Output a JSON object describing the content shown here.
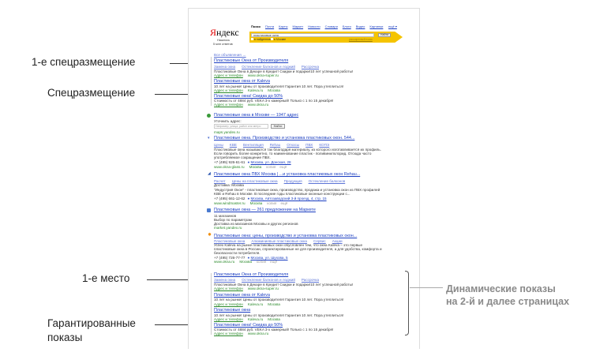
{
  "annotations": {
    "first_special": "1-е спецразмещение",
    "special": "Спецразмещение",
    "first_place": "1-е место",
    "guaranteed_1": "Гарантированные",
    "guaranteed_2": "показы",
    "dynamic_1": "Динамические показы",
    "dynamic_2": "на 2-й и далее страницах"
  },
  "header": {
    "logo": "Яндекс",
    "found_1": "Нашлось",
    "found_2": "5 млн ответов",
    "tabs": [
      "Поиск",
      "Почта",
      "Карты",
      "Маркет",
      "Новости",
      "Словари",
      "Блоги",
      "Видео",
      "Картинки"
    ],
    "more": "ещё ▾",
    "query": "пластиковые окна",
    "search_button": "Найти",
    "in_found": "в найденном",
    "in_moscow": "в Москве",
    "advanced": "расширенный поиск"
  },
  "all_ads": "Все объявления →",
  "ads": [
    {
      "title": "Пластиковые Окна от Производителя",
      "sitelinks": [
        "Замена окна",
        "Остекление балконов и лоджий",
        "Рассрочка"
      ],
      "text": "Пластиковые Окна в Декаре в Кредит! Скидки и подарки!10 лет успешной работы!",
      "contact": "Адрес и телефон",
      "domain": "www.okna-super.ru",
      "region": ""
    },
    {
      "title": "Пластиковые окна от Kaleva",
      "text": "10 лет на рынке! Цены от производителя! Гарантия 10 лет. Пора утеплиться!",
      "contact": "Адрес и телефон",
      "domain": "Kaleva.ru",
      "region": "Москва"
    },
    {
      "title": "Пластиковые окна! Скидка до 50%",
      "text": "Стоимость от 4884 руб. VEKA 3-х камерный! Только с 1 по 15 декабря!",
      "contact": "Адрес и телефон",
      "domain": "www.okna.ru",
      "region": ""
    },
    {
      "title": "Пластиковые окна",
      "text": "10 лет на рынке! Цены от производителя! Гарантия 10 лет. Пора утеплиться!",
      "contact": "Адрес и телефон",
      "domain": "Kaleva.ru",
      "region": "Москва"
    }
  ],
  "maps": {
    "title": "Пластиковые окна в Москве — 1947 адрес",
    "refine": "Уточнить адрес:",
    "placeholder": "Например, улица, район или метро",
    "button": "Найти",
    "url": "maps.yandex.ru"
  },
  "results": [
    {
      "title": "Пластиковые окна. Производство и установка пластиковых окон. 544...",
      "links": [
        "Цены",
        "KBE",
        "Вентиляция",
        "Rehau",
        "Откосы",
        "ПВХ",
        "КОПЭ"
      ],
      "text": [
        "Пластиковые окна называются так благодаря материалу, из которого изготавливается их профиль.",
        "Если говорить более конкретно, то наименование пластик - поливинилхлорид. Отсюда часто",
        "употребляемое сокращение ПВХ."
      ],
      "phone": "+7 (495) 926-61-61",
      "address": "Москва, ул. Донская, 28",
      "url": "www.okna-glass.ru",
      "region": "Москва",
      "copy": "копия",
      "more": "ещё"
    },
    {
      "title": "Пластиковые окна ПВХ Москва | ...и установка пластиковых окон Rehau...",
      "links": [
        "Расчет",
        "Цены на пластиковые окна",
        "Продукция",
        "Остекление балконов"
      ],
      "delivery": "Доставка: Москва",
      "text": [
        "\"Индустрия Окон\" - пластиковые окна, производство, продажа и установка окон из ПВХ профилей",
        "KBE и Rehau в Москве. В последние годы пластиковые оконные конструкции с..."
      ],
      "phone": "+7 (495) 661-12-62",
      "address": "Москва, Автозаводский 3-й проезд, 4, стр. 15",
      "url": "www.windmaster.ru",
      "region": "Москва",
      "copy": "копия",
      "more": "ещё"
    },
    {
      "title": "Пластиковые окна: цены, производство и установка пластиковых окон...",
      "links": [
        "Пластиковые окна",
        "Алюминиевые пластиковые окна",
        "Сервис",
        "Акции"
      ],
      "text": [
        "Успех Kaleva на рынке пластиковых окон обусловлен тем, что окна Kaleva – это первые",
        "пластиковые окна в России, спроектированные не для производителя, а для удобства, комфорта и",
        "безопасности потребителя."
      ],
      "phone": "+7 (495) 726-77-77",
      "address": "Москва, ул. Шухова, 5",
      "url": "www.okna.ru",
      "region": "Москва",
      "copy": "копия",
      "more": "ещё"
    }
  ],
  "market": {
    "title": "Пластиковые окна — 261 предложение на Маркете",
    "lines": [
      "11 магазинов",
      "Выбор по параметрам",
      "Доставка из магазинов Москвы и других регионов"
    ],
    "url": "market.yandex.ru"
  },
  "colors": {
    "link": "#1a3dc1",
    "green": "#2b8a2b",
    "yellow": "#f5c400",
    "logo_red": "#e00000"
  }
}
